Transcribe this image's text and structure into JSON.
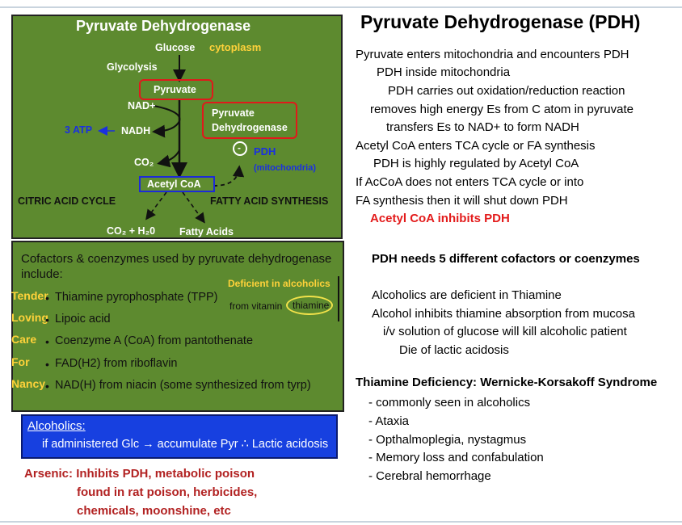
{
  "diagram": {
    "title": "Pyruvate Dehydrogenase",
    "glucose": "Glucose",
    "cytoplasm": "cytoplasm",
    "glycolysis": "Glycolysis",
    "pyruvate": "Pyruvate",
    "enzyme_line1": "Pyruvate",
    "enzyme_line2": "Dehydrogenase",
    "nad": "NAD+",
    "nadh": "NADH",
    "atp": "3 ATP",
    "co2": "CO₂",
    "minus": "-",
    "pdh": "PDH",
    "mito": "(mitochondria)",
    "acetyl": "Acetyl CoA",
    "tca": "CITRIC ACID CYCLE",
    "fas": "FATTY ACID SYNTHESIS",
    "products": "CO₂ + H₂0",
    "fatty_acids": "Fatty Acids"
  },
  "cofactors": {
    "heading_1": "Cofactors & coenzymes used by pyruvate dehydrogenase",
    "heading_2": "include:",
    "deficient": "Deficient in alcoholics",
    "from_vitamin": "from vitamin",
    "thiamine_circled": "thiamine",
    "mnemonic": [
      "Tender",
      "Loving",
      "Care",
      "For",
      "Nancy"
    ],
    "items": [
      "Thiamine pyrophosphate (TPP)",
      "Lipoic acid",
      "Coenzyme A (CoA) from pantothenate",
      "FAD(H2) from riboflavin",
      "NAD(H) from niacin (some synthesized from tyrp)"
    ]
  },
  "alcoholics_box": {
    "title": "Alcoholics:",
    "line": "if administered Glc → accumulate Pyr ∴ Lactic acidosis"
  },
  "arsenic": {
    "line1": "Arsenic: Inhibits PDH, metabolic poison",
    "line2": "found in rat poison, herbicides,",
    "line3": "chemicals, moonshine, etc"
  },
  "right": {
    "title": "Pyruvate Dehydrogenase (PDH)",
    "lines": [
      "Pyruvate enters mitochondria and encounters PDH",
      "PDH inside mitochondria",
      "PDH carries out oxidation/reduction reaction",
      "removes high energy Es from C atom in pyruvate",
      "transfers Es to NAD+ to form NADH",
      "Acetyl CoA enters TCA cycle or FA synthesis",
      "PDH is highly regulated by Acetyl CoA",
      "If AcCoA does not enters TCA cycle or into",
      "FA synthesis then it will shut down PDH"
    ],
    "inhibits": "Acetyl CoA inhibits PDH",
    "cofactors_heading": "PDH needs 5 different cofactors or coenzymes",
    "alcohol_lines": [
      "Alcoholics are deficient in Thiamine",
      "Alcohol inhibits thiamine absorption from mucosa",
      "i/v solution of glucose will kill alcoholic patient",
      "Die of lactic acidosis"
    ],
    "wk_heading": "Thiamine Deficiency: Wernicke-Korsakoff Syndrome",
    "wk_items": [
      "- commonly seen in alcoholics",
      "- Ataxia",
      "- Opthalmoplegia, nystagmus",
      "- Memory loss and confabulation",
      "- Cerebral hemorrhage"
    ]
  }
}
